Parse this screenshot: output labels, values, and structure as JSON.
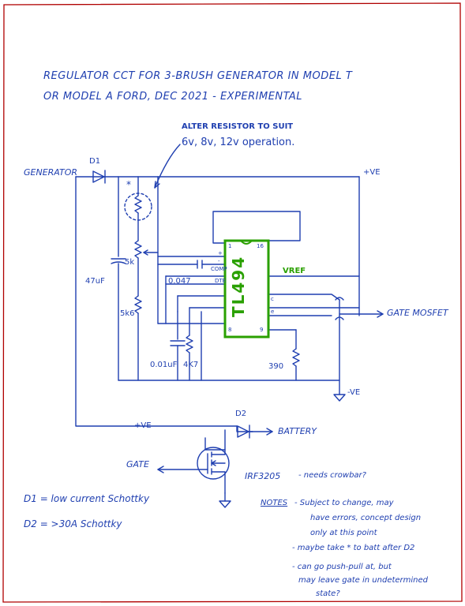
{
  "title": {
    "line1": "REGULATOR CCT FOR 3-BRUSH GENERATOR IN MODEL T",
    "line2": "OR MODEL A FORD, DEC 2021 - EXPERIMENTAL"
  },
  "annotations": {
    "alter_resistor_l1": "ALTER RESISTOR TO SUIT",
    "alter_resistor_l2": "6v, 8v, 12v operation.",
    "marker_star": "*"
  },
  "labels": {
    "generator": "GENERATOR",
    "d1": "D1",
    "d2": "D2",
    "plus_ve_top": "+VE",
    "plus_ve_bottom": "+VE",
    "minus_ve": "-VE",
    "battery": "BATTERY",
    "gate_mosfet": "GATE MOSFET",
    "gate": "GATE",
    "mosfet_part": "IRF3205",
    "vref": "VREF",
    "comp": "COMP",
    "dte": "DTE",
    "plus": "+",
    "minus": "-",
    "e": "e",
    "c": "c",
    "pin1": "1",
    "pin16": "16",
    "pin8": "8",
    "pin9": "9"
  },
  "components": {
    "ic": "TL494",
    "pot_5k": "5k",
    "cap_47": "47uF",
    "res_5k6": "5k6",
    "cap_0047": "0.047",
    "cap_001": "0.01uF",
    "res_4k7": "4K7",
    "res_390": "390"
  },
  "legend": {
    "d1": "D1 = low current Schottky",
    "d2": "D2 = >30A Schottky"
  },
  "notes": {
    "crowbar": "- needs crowbar?",
    "label": "NOTES",
    "n1_l1": "- Subject to change, may",
    "n1_l2": "have errors, concept design",
    "n1_l3": "only at this point",
    "n2": "- maybe take * to batt after D2",
    "n3_l1": "- can go push-pull at, but",
    "n3_l2": "may leave gate in undetermined",
    "n3_l3": "state?"
  },
  "colors": {
    "ink": "#1f3fb0",
    "chip": "#2aa000",
    "border": "#b00000"
  }
}
